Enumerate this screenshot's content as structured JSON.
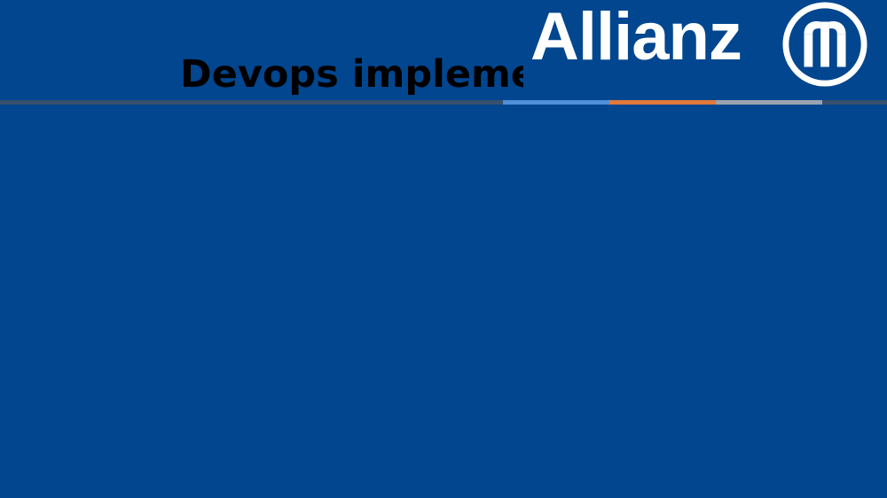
{
  "slide": {
    "title": "Devops implementation",
    "background_color": "#01468f"
  },
  "brand": {
    "logo_text": "Allianz",
    "logo_icon": "allianz-eagle-bars-emblem",
    "logo_color": "#ffffff"
  },
  "header_rule": {
    "color": "#37506d",
    "accents": [
      {
        "name": "blue",
        "color": "#4e8fd7"
      },
      {
        "name": "orange",
        "color": "#e2783a"
      },
      {
        "name": "gray",
        "color": "#9aa4b0"
      }
    ]
  }
}
